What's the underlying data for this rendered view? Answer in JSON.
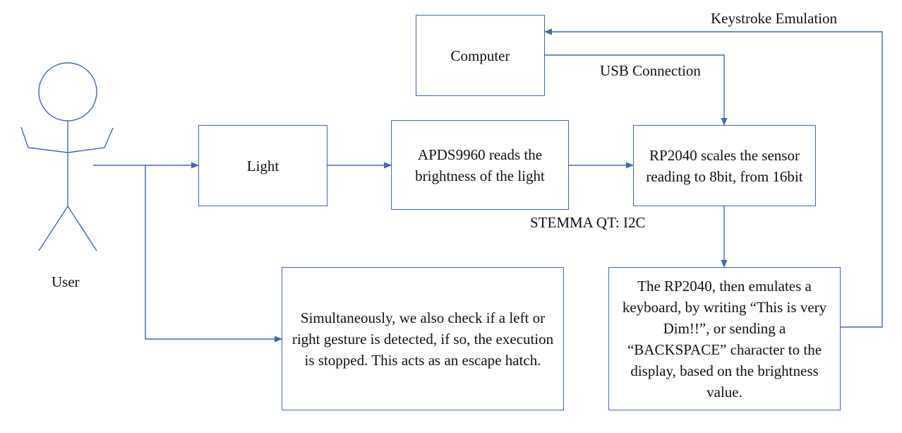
{
  "nodes": {
    "computer": "Computer",
    "light": "Light",
    "apds": "APDS9960 reads the brightness of the light",
    "rp2040_scale": "RP2040 scales the sensor reading to 8bit, from 16bit",
    "gesture": "Simultaneously, we also check if a left or right gesture is detected, if so, the execution is stopped. This acts as an escape hatch.",
    "emulate": "The RP2040, then emulates a keyboard, by writing “This is very Dim!!”, or sending a “BACKSPACE” character to the display, based on the brightness value."
  },
  "labels": {
    "user": "User",
    "keystroke": "Keystroke Emulation",
    "usb": "USB Connection",
    "stemma": "STEMMA QT: I2C"
  },
  "colors": {
    "line": "#3f68b4",
    "text": "#111111"
  }
}
